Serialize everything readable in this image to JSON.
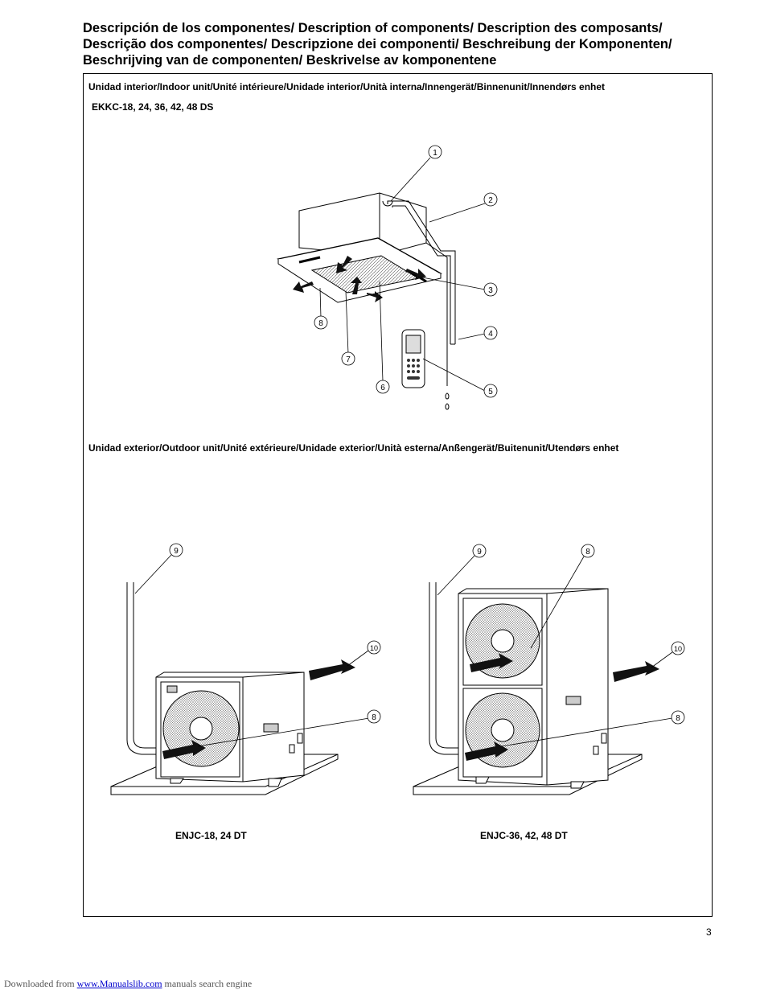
{
  "title": "Descripción de los componentes/ Description of components/ Description des composants/ Descrição dos componentes/ Descripzione dei componenti/ Beschreibung der Komponenten/ Beschrijving van de componenten/ Beskrivelse av komponentene",
  "indoor": {
    "heading": "Unidad interior/Indoor unit/Unité intérieure/Unidade interior/Unità interna/Innengerät/Binnenunit/Innendørs enhet",
    "model": "EKKC-18, 24, 36, 42, 48 DS",
    "callouts": [
      "1",
      "2",
      "3",
      "4",
      "5",
      "6",
      "7",
      "8"
    ]
  },
  "outdoor": {
    "heading": "Unidad exterior/Outdoor unit/Unité extérieure/Unidade exterior/Unità esterna/Anßengerät/Buitenunit/Utendørs enhet",
    "small_model": "ENJC-18, 24 DT",
    "large_model": "ENJC-36, 42, 48 DT",
    "small_callouts": [
      "9",
      "10",
      "8"
    ],
    "large_callouts": [
      "9",
      "8",
      "10",
      "8"
    ]
  },
  "page_number": "3",
  "footer": {
    "prefix": "Downloaded from",
    "link": "www.Manualslib.com",
    "suffix": "manuals search engine"
  }
}
